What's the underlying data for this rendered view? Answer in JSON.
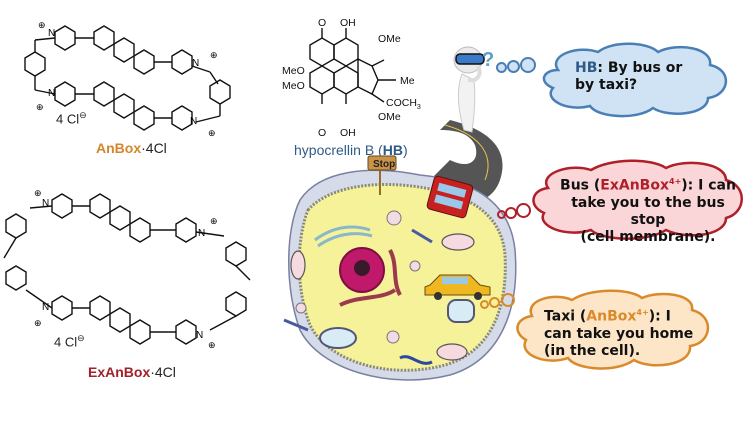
{
  "molecules": {
    "anbox": {
      "name": "AnBox",
      "suffix": "·4Cl",
      "counterion": "4 Cl",
      "charge_symbol": "+",
      "anion_symbol": "−",
      "atom_N": "N",
      "color": "#d4862a"
    },
    "exanbox": {
      "name": "ExAnBox",
      "suffix": "·4Cl",
      "counterion": "4 Cl",
      "charge_symbol": "+",
      "anion_symbol": "−",
      "atom_N": "N",
      "color": "#a3202a"
    },
    "hypocrellin": {
      "name_prefix": "hypocrellin B (",
      "abbr": "HB",
      "name_suffix": ")",
      "groups": {
        "oh_top": "OH",
        "oh_bottom": "OH",
        "ome_top": "OMe",
        "ome_bottom": "OMe",
        "meo_1": "MeO",
        "meo_2": "MeO",
        "me": "Me",
        "acetyl": "COCH",
        "acetyl_sub": "3",
        "o_top": "O",
        "o_bottom": "O"
      },
      "color": "#2e5a8a"
    }
  },
  "scene": {
    "stop_sign": "Stop",
    "thinker_symbol": "?"
  },
  "bubbles": {
    "hb": {
      "speaker": "HB",
      "line1": ": By bus or",
      "line2": "by taxi?",
      "fill": "#cfe3f5",
      "stroke": "#4a7fb5"
    },
    "bus": {
      "prefix": "Bus (",
      "speaker": "ExAnBox",
      "charge": "4+",
      "line1_rest": "): I can",
      "line2": "take you to the bus stop",
      "line3": "(cell membrane).",
      "fill": "#fbd6d8",
      "stroke": "#b0202a"
    },
    "taxi": {
      "prefix": "Taxi (",
      "speaker": "AnBox",
      "charge": "4+",
      "line1_rest": "): I",
      "line2": "can take you home",
      "line3": "(in the cell).",
      "fill": "#fde6c8",
      "stroke": "#d98a2a"
    }
  }
}
